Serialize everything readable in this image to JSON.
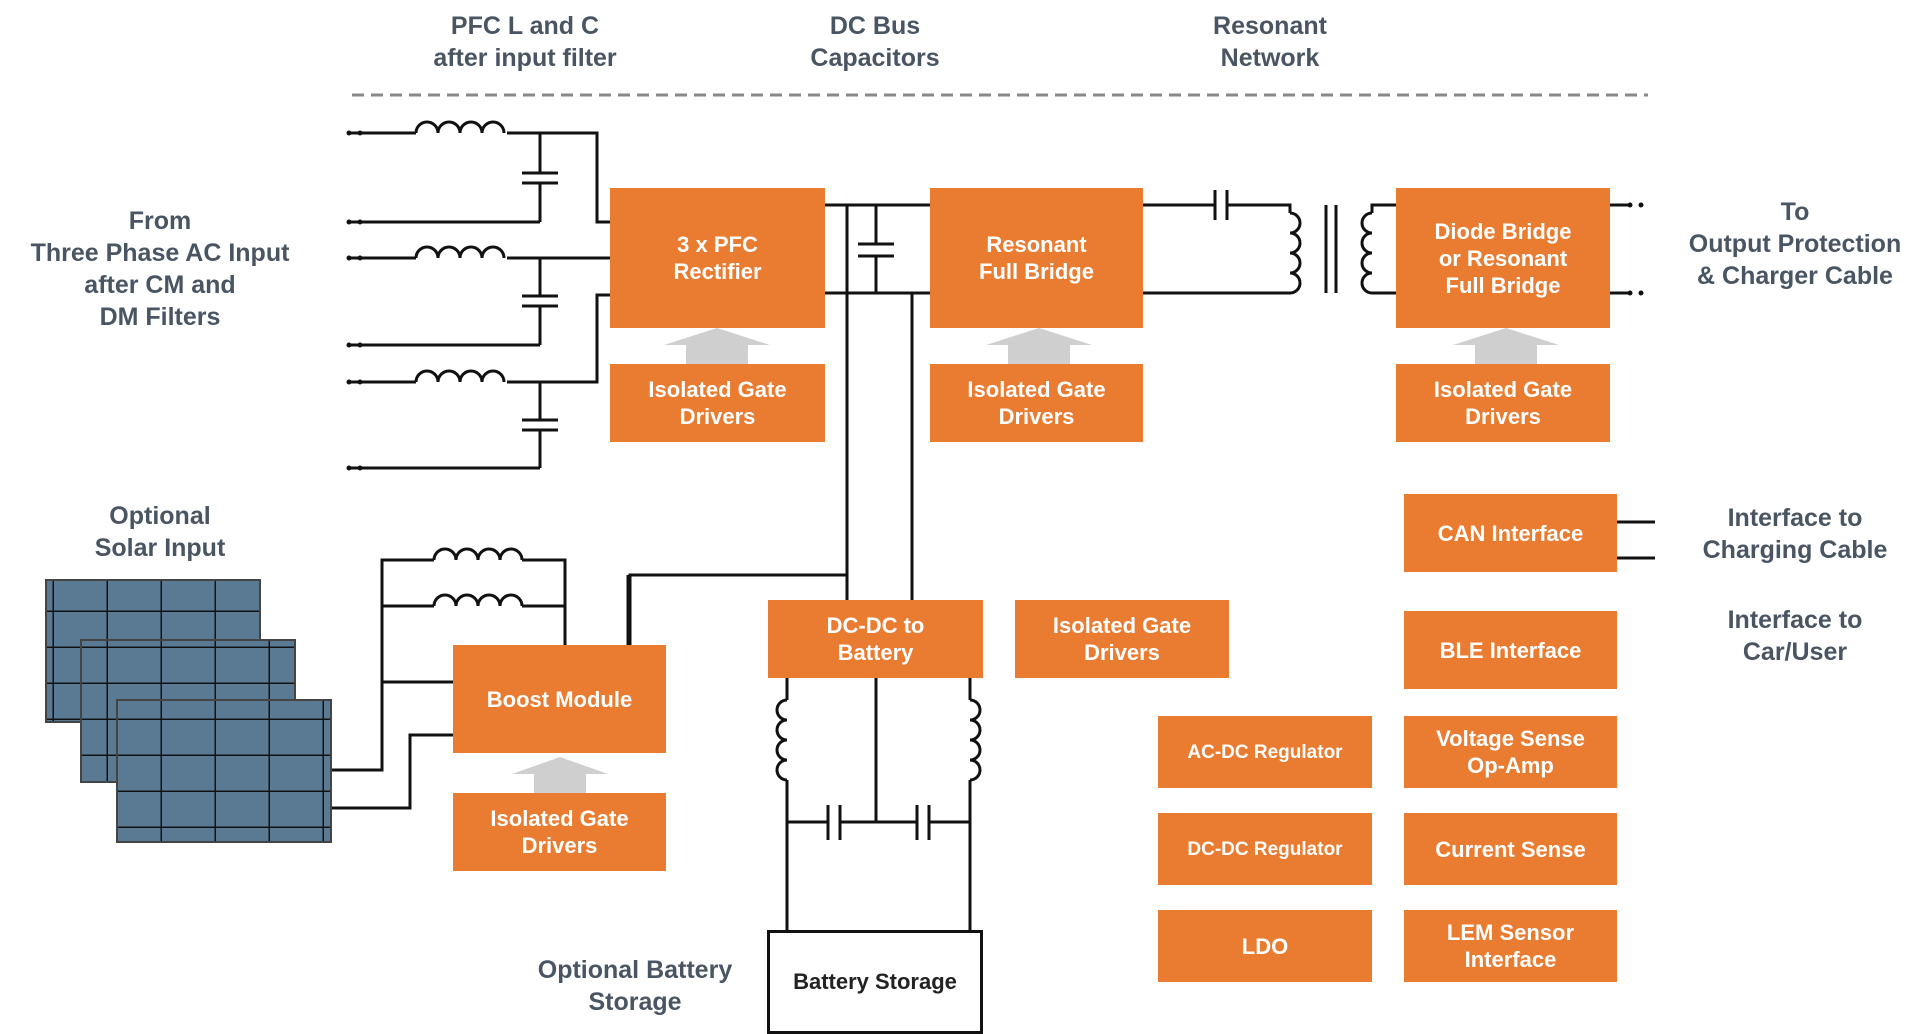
{
  "colors": {
    "block": "#e97c30",
    "label": "#4a5563",
    "wire": "#111111",
    "arrow": "#cfcfcf",
    "dashed": "#888888",
    "solar_cell": "#5a7a94"
  },
  "top_labels": {
    "pfc": "PFC L and C\nafter input filter",
    "dc_bus": "DC Bus\nCapacitors",
    "resonant": "Resonant\nNetwork"
  },
  "side_labels": {
    "ac_input": "From\nThree Phase AC Input\nafter CM and\nDM Filters",
    "output": "To\nOutput Protection\n& Charger Cable",
    "solar": "Optional\nSolar Input",
    "charging_cable": "Interface to\nCharging Cable",
    "car_user": "Interface to\nCar/User",
    "battery": "Optional Battery\nStorage"
  },
  "blocks": {
    "pfc_rectifier": "3 x PFC\nRectifier",
    "resonant_bridge": "Resonant\nFull Bridge",
    "diode_bridge": "Diode Bridge\nor Resonant\nFull Bridge",
    "gate_drivers": "Isolated Gate\nDrivers",
    "can": "CAN Interface",
    "ble": "BLE Interface",
    "voltage_sense": "Voltage Sense\nOp-Amp",
    "current_sense": "Current Sense",
    "lem": "LEM Sensor\nInterface",
    "ac_dc": "AC-DC Regulator",
    "dc_dc_reg": "DC-DC Regulator",
    "ldo": "LDO",
    "dc_dc_battery": "DC-DC to\nBattery",
    "boost": "Boost Module",
    "battery_storage": "Battery Storage"
  }
}
